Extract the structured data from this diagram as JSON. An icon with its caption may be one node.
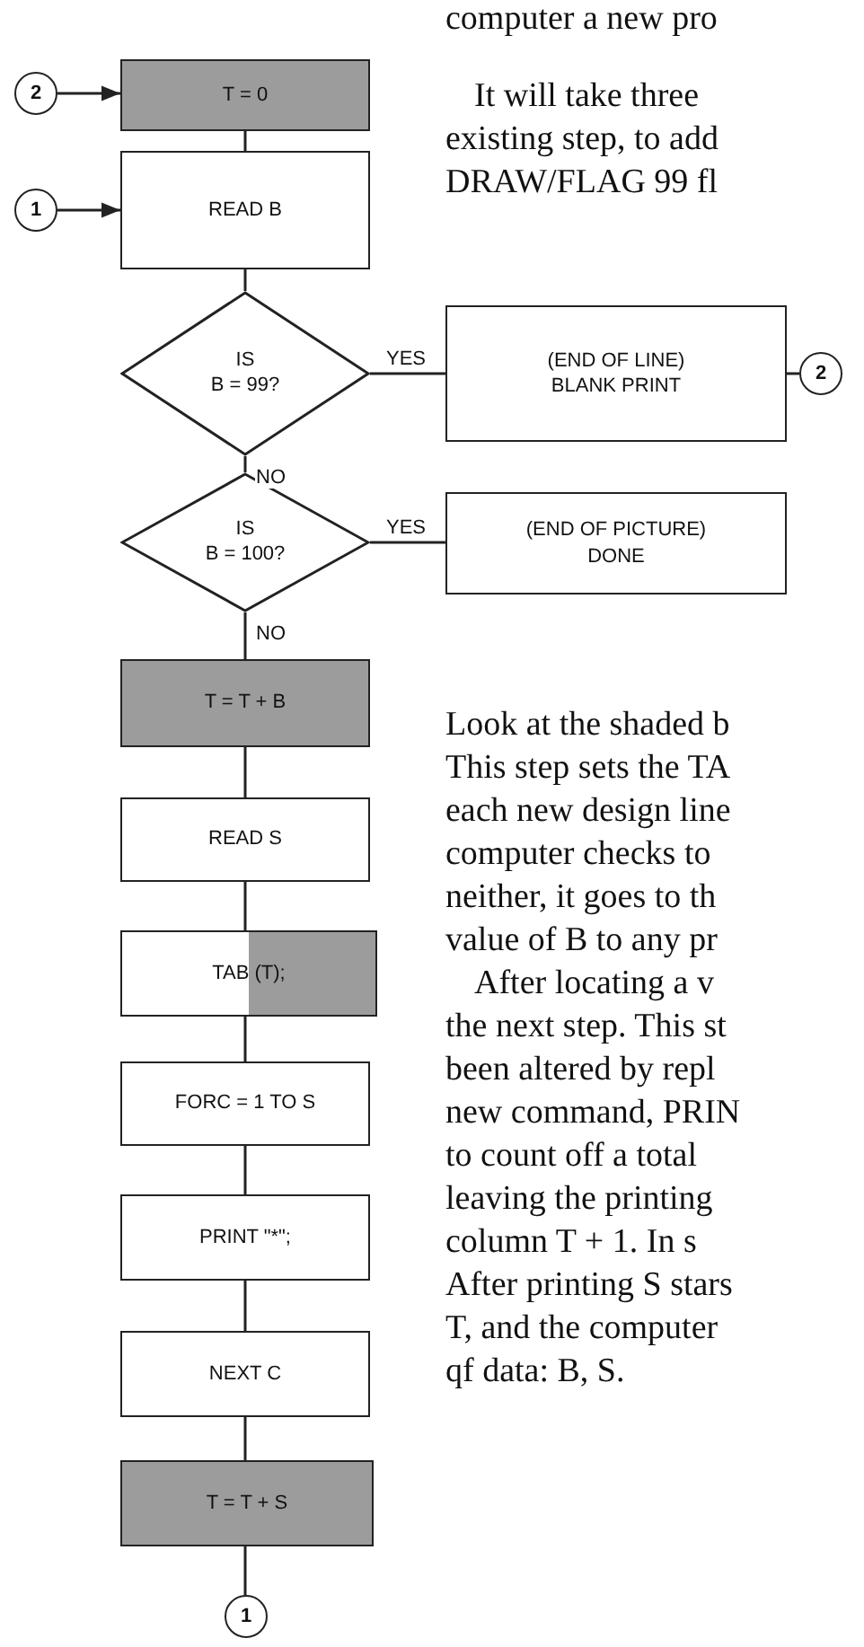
{
  "diagram": {
    "nodes": [
      {
        "text": [
          "2"
        ]
      },
      {
        "text": [
          "T = 0"
        ]
      },
      {
        "text": [
          "1"
        ]
      },
      {
        "text": [
          "READ B"
        ]
      },
      {
        "text": [
          "IS B = 99?"
        ]
      },
      {
        "text": [
          "(END OF LINE) BLANK PRINT"
        ]
      },
      {
        "text": [
          "2"
        ]
      },
      {
        "text": [
          "IS B = 100?"
        ]
      },
      {
        "text": [
          "(END OF PICTURE) DONE"
        ]
      },
      {
        "text": [
          "T = T + B"
        ]
      },
      {
        "text": [
          "READ S"
        ]
      },
      {
        "text": [
          "TAB (T);"
        ]
      },
      {
        "text": [
          "FORC = 1 TO S"
        ]
      },
      {
        "text": [
          "PRINT \"*\";"
        ]
      },
      {
        "text": [
          "NEXT C"
        ]
      },
      {
        "text": [
          "T = T + S"
        ]
      },
      {
        "text": [
          "1"
        ]
      }
    ],
    "edges": [
      {
        "from": 0,
        "to": 1,
        "arrow": "to"
      },
      {
        "from": 2,
        "to": 3,
        "arrow": "to"
      },
      {
        "from": 1,
        "to": 3,
        "arrow": "none"
      },
      {
        "from": 3,
        "to": 4,
        "arrow": "none"
      },
      {
        "from": 4,
        "to": 5,
        "arrow": "none",
        "label": "YES"
      },
      {
        "from": 5,
        "to": 6,
        "arrow": "none"
      },
      {
        "from": 4,
        "to": 7,
        "arrow": "none",
        "label": "NO"
      },
      {
        "from": 7,
        "to": 8,
        "arrow": "none",
        "label": "YES"
      },
      {
        "from": 7,
        "to": 9,
        "arrow": "none",
        "label": "NO"
      },
      {
        "from": 9,
        "to": 10,
        "arrow": "none"
      },
      {
        "from": 10,
        "to": 11,
        "arrow": "none"
      },
      {
        "from": 11,
        "to": 12,
        "arrow": "none"
      },
      {
        "from": 12,
        "to": 13,
        "arrow": "none"
      },
      {
        "from": 13,
        "to": 14,
        "arrow": "none"
      },
      {
        "from": 14,
        "to": 15,
        "arrow": "none"
      },
      {
        "from": 15,
        "to": 16,
        "arrow": "none"
      }
    ],
    "labels": [
      "computer a new pro",
      "It will take three",
      "existing step, to add",
      "DRAW/FLAG 99 fl",
      "Look at the shaded b",
      "This step sets the TA",
      "each new design line",
      "computer checks to",
      "neither, it goes to th",
      "value of B to any pr",
      "After locating a v",
      "the next step. This st",
      "been altered by repl",
      "new command, PRIN",
      "to count off a total",
      "leaving the printing",
      "column T + 1. In s",
      "After printing S stars",
      "T, and the computer",
      "qf data: B, S."
    ]
  }
}
